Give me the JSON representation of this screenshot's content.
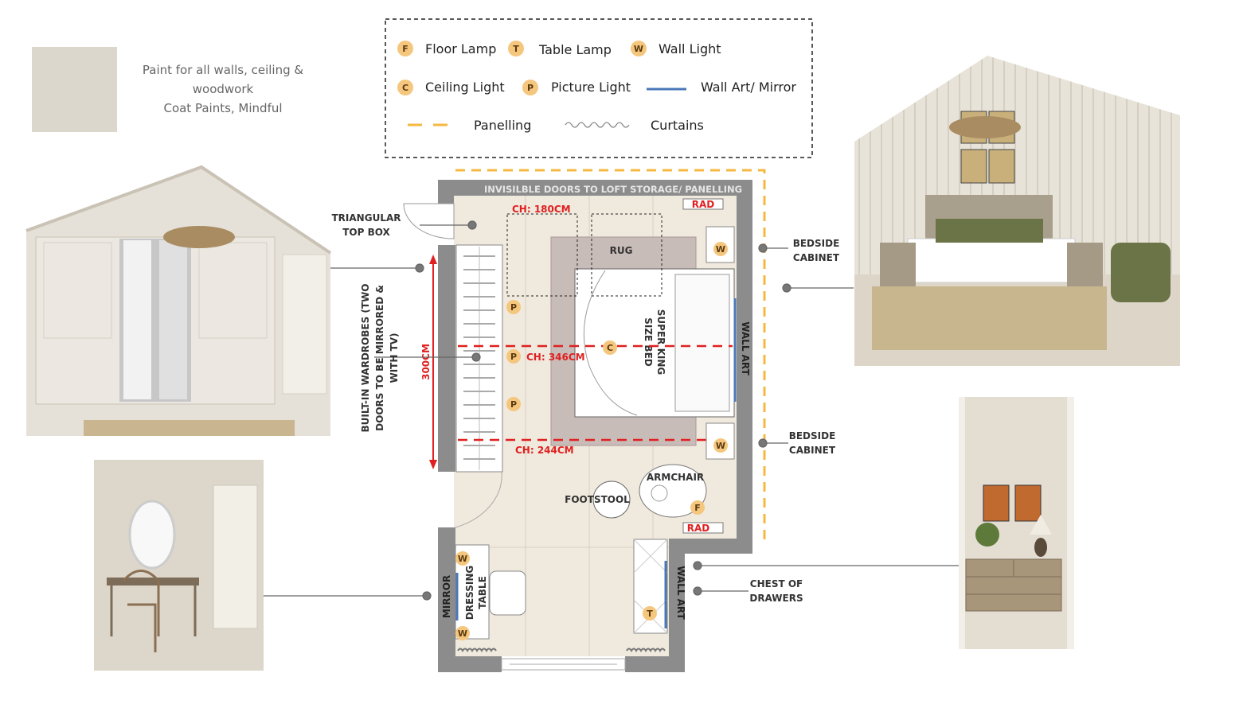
{
  "paint": {
    "swatch_color": "#dcd7cd",
    "line1": "Paint for all walls, ceiling &",
    "line2": "woodwork",
    "line3": "Coat Paints, Mindful"
  },
  "legend": {
    "floor_lamp": {
      "letter": "F",
      "label": "Floor Lamp"
    },
    "table_lamp": {
      "letter": "T",
      "label": "Table Lamp"
    },
    "wall_light": {
      "letter": "W",
      "label": "Wall Light"
    },
    "ceiling_light": {
      "letter": "C",
      "label": "Ceiling Light"
    },
    "picture_light": {
      "letter": "P",
      "label": "Picture Light"
    },
    "wall_art": {
      "label": "Wall Art/ Mirror"
    },
    "panelling": {
      "label": "Panelling"
    },
    "curtains": {
      "label": "Curtains"
    }
  },
  "plan": {
    "top_wall": "INVISILBLE DOORS TO LOFT STORAGE/ PANELLING",
    "ch_180": "CH: 180CM",
    "ch_346": "CH: 346CM",
    "ch_244": "CH: 244CM",
    "rad": "RAD",
    "rug": "RUG",
    "bed_1": "SUPER KING",
    "bed_2": "SIZE BED",
    "wall_art": "WALL ART",
    "armchair": "ARMCHAIR",
    "footstool": "FOOTSTOOL",
    "mirror": "MIRROR",
    "dressing_1": "DRESSING",
    "dressing_2": "TABLE",
    "dimension": "300CM",
    "badge_w": "W",
    "badge_p": "P",
    "badge_c": "C",
    "badge_f": "F",
    "badge_t": "T"
  },
  "callouts": {
    "tri_1": "TRIANGULAR",
    "tri_2": "TOP BOX",
    "wardrobe_1": "BUILT-IN WARDROBES (TWO",
    "wardrobe_2": "DOORS TO BE MIRRORED &",
    "wardrobe_3": "WITH TV)",
    "bedside_1": "BEDSIDE",
    "bedside_2": "CABINET",
    "chest_1": "CHEST OF",
    "chest_2": "DRAWERS"
  },
  "colors": {
    "lamp_badge": "#f5c77e",
    "panelling": "#f5b942",
    "wall_art": "#4a78b8",
    "ceiling_height": "#e02020",
    "wall": "#8c8c8c",
    "floor": "#f0e9dd"
  }
}
